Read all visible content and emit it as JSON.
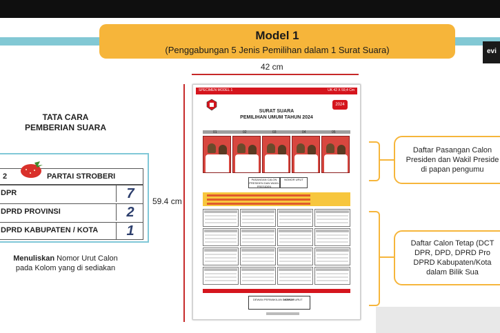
{
  "header": {
    "title": "Model 1",
    "subtitle": "(Penggabungan 5 Jenis Pemilihan dalam 1 Surat Suara)"
  },
  "corner_label": "evi",
  "dimensions": {
    "width_label": "42 cm",
    "height_label": "59.4 cm"
  },
  "instructions": {
    "title_line1": "TATA CARA",
    "title_line2": "PEMBERIAN SUARA",
    "note_bold": "Menuliskan",
    "note_rest": " Nomor Urut Calon pada Kolom yang di sediakan"
  },
  "ballot": {
    "party_number": "2",
    "party_name": "PARTAI STROBERI",
    "rows": [
      {
        "label": "DPR",
        "number": "7"
      },
      {
        "label": "DPRD PROVINSI",
        "number": "2"
      },
      {
        "label": "DPRD KABUPATEN / KOTA",
        "number": "1"
      }
    ]
  },
  "specimen": {
    "left_tag": "SPECIMEN MODEL 1",
    "right_tag": "UK 42 X 59,4 Cm",
    "title_line1": "SURAT SUARA",
    "title_line2": "PEMILIHAN UMUM TAHUN 2024",
    "year": "2024",
    "candidate_numbers": [
      "01",
      "02",
      "03",
      "04",
      "05"
    ],
    "pair_box_label": "PASANGAN CALON PRESIDEN DAN WAKIL PRESIDEN",
    "number_box_label": "NOMOR URUT",
    "dpd_box_label": "DEWAN PERWAKILAN DAERAH"
  },
  "callouts": {
    "top": [
      "Daftar Pasangan Calon",
      "Presiden dan Wakil Preside",
      "di papan pengumu"
    ],
    "bottom": [
      "Daftar Calon Tetap (DCT",
      "DPR, DPD, DPRD Pro",
      "DPRD Kabupaten/Kota",
      "dalam Bilik Sua"
    ]
  },
  "colors": {
    "accent": "#f6b53a",
    "teal": "#82c8d4",
    "ballot_red": "#d5151d"
  }
}
